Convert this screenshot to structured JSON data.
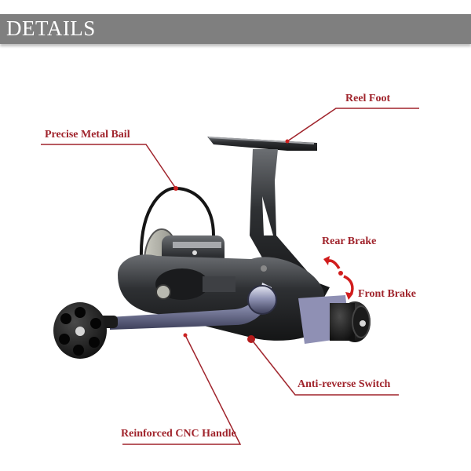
{
  "header": {
    "title": "DETAILS",
    "bar_color": "#7f7f7f",
    "text_color": "#ffffff"
  },
  "accent_color": "#a0242c",
  "callouts": [
    {
      "label": "Reel Foot"
    },
    {
      "label": "Precise Metal Bail"
    },
    {
      "label": "Rear Brake"
    },
    {
      "label": "Front Brake"
    },
    {
      "label": "Anti-reverse Switch"
    },
    {
      "label": "Reinforced CNC Handle"
    }
  ],
  "product": {
    "name": "spinning-fishing-reel-image"
  }
}
